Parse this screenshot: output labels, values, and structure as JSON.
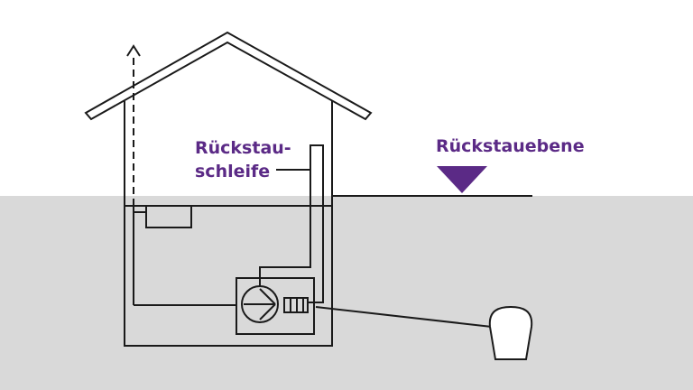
{
  "labels": {
    "backflow_loop_line1": "Rückstau-",
    "backflow_loop_line2": "schleife",
    "backflow_level": "Rückstauebene"
  },
  "colors": {
    "accent": "#5b2a86",
    "ground": "#d9d9d9",
    "line": "#1a1a1a",
    "background": "#ffffff"
  }
}
